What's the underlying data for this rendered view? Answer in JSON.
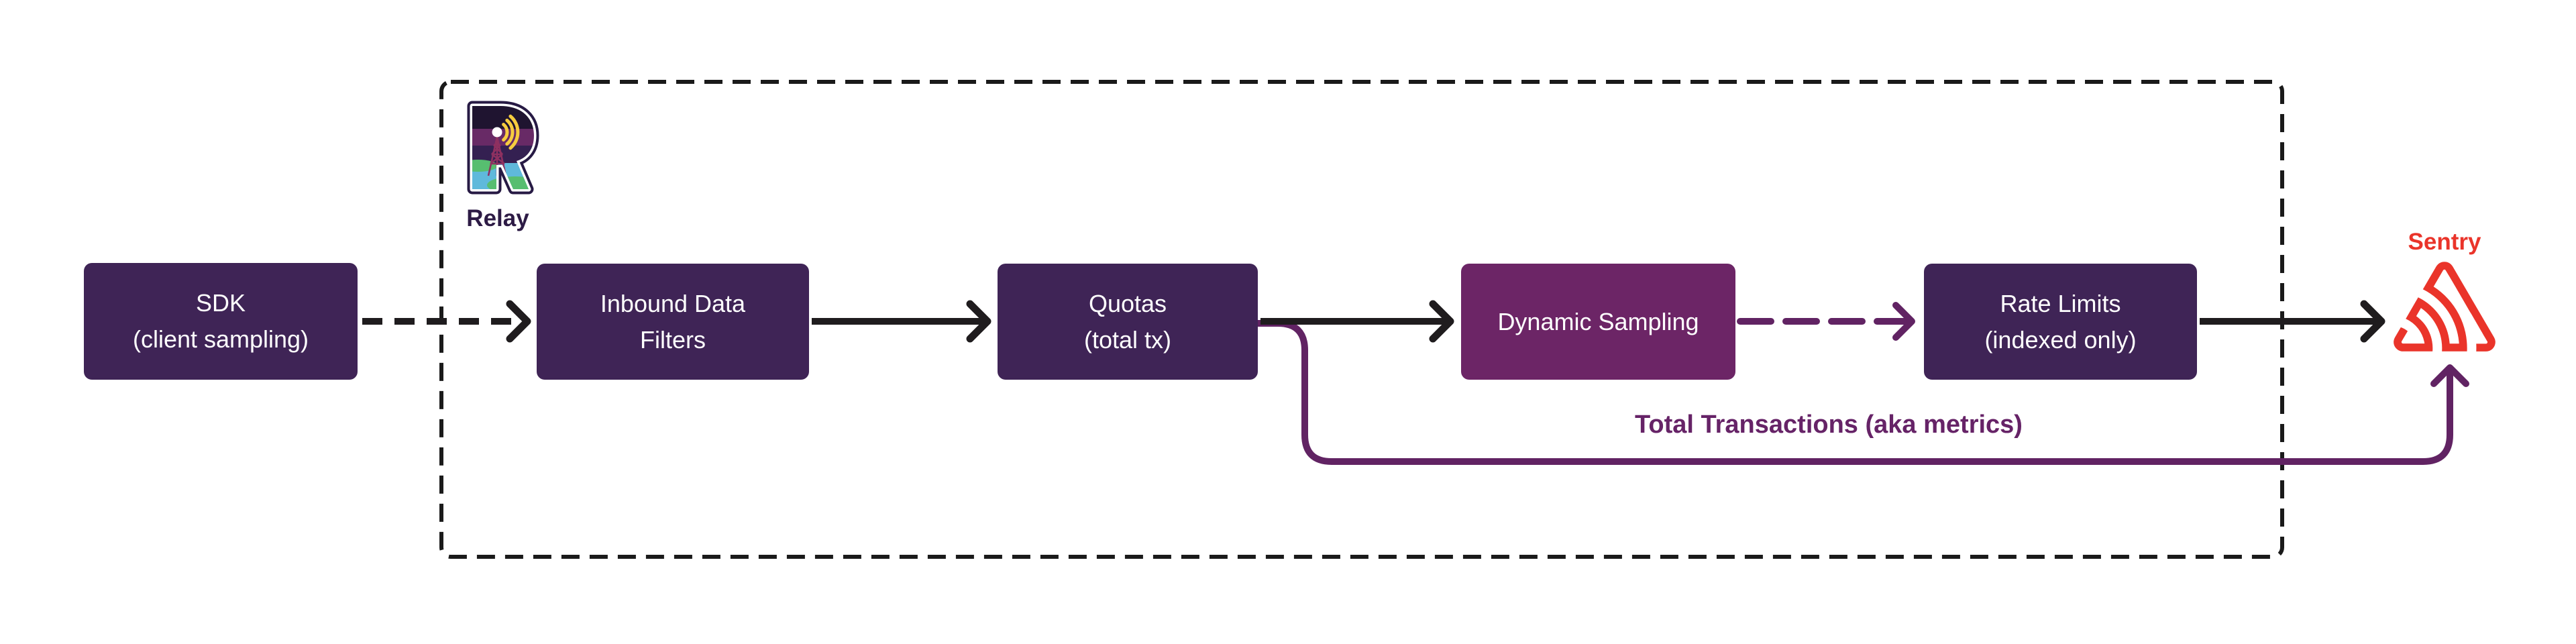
{
  "diagram": {
    "relay_label": "Relay",
    "sentry_label": "Sentry",
    "metrics_edge_label": "Total Transactions (aka metrics)",
    "nodes": [
      {
        "id": "sdk",
        "line1": "SDK",
        "line2": "(client sampling)"
      },
      {
        "id": "inbound-data-filters",
        "line1": "Inbound Data",
        "line2": "Filters"
      },
      {
        "id": "quotas",
        "line1": "Quotas",
        "line2": "(total tx)"
      },
      {
        "id": "dynamic-sampling",
        "line1": "Dynamic Sampling",
        "line2": ""
      },
      {
        "id": "rate-limits",
        "line1": "Rate Limits",
        "line2": "(indexed only)"
      }
    ],
    "icons": {
      "relay": "relay-logo",
      "sentry": "sentry-logo"
    },
    "colors": {
      "background": "#FFFFFF",
      "node_fill": "#3F2456",
      "dynamic_sampling_fill": "#6C2566",
      "edge_black": "#1F1C1E",
      "edge_purple": "#612363",
      "metrics_label": "#662367",
      "relay_label_text": "#2D1B45",
      "sentry_red": "#EA342A",
      "dashed_container_border": "#1A1A1A"
    }
  }
}
